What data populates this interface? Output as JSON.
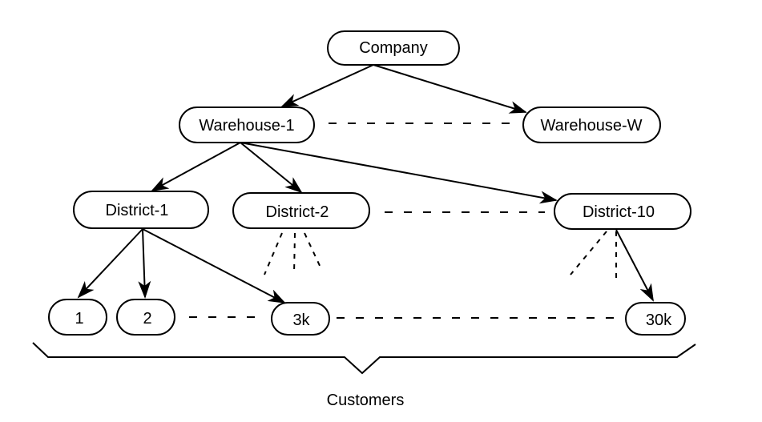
{
  "diagram": {
    "nodes": {
      "company": "Company",
      "warehouse_1": "Warehouse-1",
      "warehouse_w": "Warehouse-W",
      "district_1": "District-1",
      "district_2": "District-2",
      "district_10": "District-10",
      "customer_1": "1",
      "customer_2": "2",
      "customer_3k": "3k",
      "customer_30k": "30k"
    },
    "caption": "Customers"
  }
}
